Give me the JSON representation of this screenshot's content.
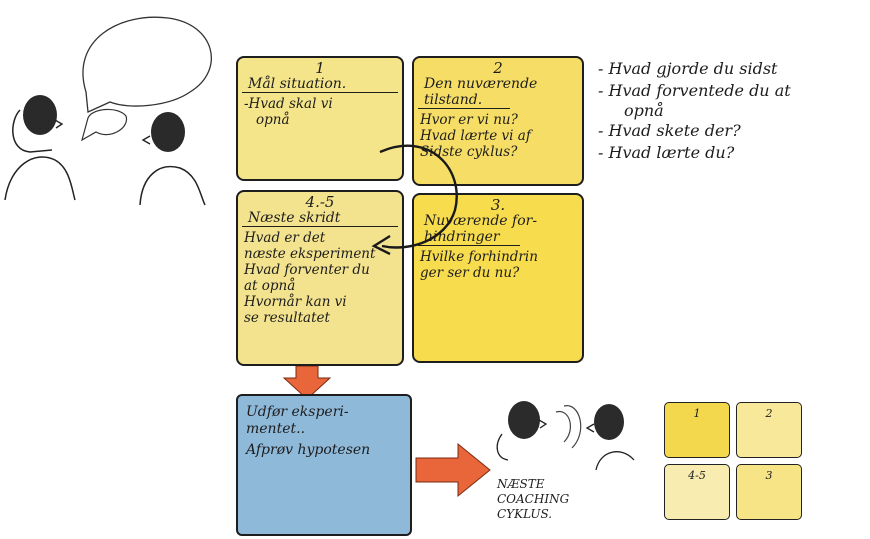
{
  "cards": {
    "card1": {
      "number": "1",
      "title": "Mål situation.",
      "lines": [
        "-Hvad skal vi",
        "opnå"
      ]
    },
    "card2": {
      "number": "2",
      "title_lines": [
        "Den nuværende",
        "tilstand."
      ],
      "lines": [
        "Hvor er vi nu?",
        "Hvad lærte vi af",
        "Sidste cyklus?"
      ]
    },
    "card3": {
      "number": "3.",
      "title_lines": [
        "Nuværende for-",
        "hindringer"
      ],
      "lines": [
        "Hvilke forhindrin",
        "ger ser du nu?"
      ]
    },
    "card45": {
      "number": "4.-5",
      "title": "Næste skridt",
      "lines": [
        "Hvad er det",
        "næste eksperiment",
        "Hvad forventer du",
        "at opnå",
        "Hvornår kan vi",
        "se resultatet"
      ]
    }
  },
  "notes": [
    "- Hvad gjorde du sidst",
    "- Hvad forventede du at",
    "opnå",
    "- Hvad skete der?",
    "- Hvad lærte du?"
  ],
  "experiment_box": {
    "lines": [
      "Udfør eksperi-",
      "mentet..",
      "Afprøv hypotesen"
    ]
  },
  "next_cycle": {
    "lines": [
      "NÆSTE",
      "COACHING",
      "CYKLUS."
    ]
  },
  "mini_cards": [
    "1",
    "2",
    "4-5",
    "3"
  ],
  "colors": {
    "card_yellow": "#f7df6a",
    "experiment_blue": "#8fb9d9",
    "arrow_orange": "#e8663a"
  }
}
